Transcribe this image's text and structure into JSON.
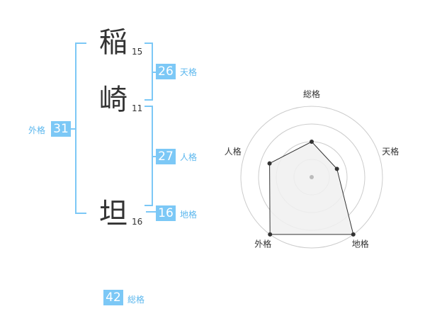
{
  "characters": [
    {
      "char": "稲",
      "strokes": "15"
    },
    {
      "char": "崎",
      "strokes": "11"
    },
    {
      "char": "坦",
      "strokes": "16"
    }
  ],
  "fortunes": {
    "tenkaku": {
      "value": "26",
      "label": "天格"
    },
    "jinkaku": {
      "value": "27",
      "label": "人格"
    },
    "chikaku": {
      "value": "16",
      "label": "地格"
    },
    "gaikaku": {
      "value": "31",
      "label": "外格"
    },
    "soukaku": {
      "value": "42",
      "label": "総格"
    }
  },
  "chart_data": {
    "type": "radar",
    "axes": [
      "総格",
      "天格",
      "地格",
      "外格",
      "人格"
    ],
    "levels": 4,
    "values": [
      2,
      1.5,
      4,
      4,
      2.5
    ],
    "max": 4,
    "colors": {
      "fill": "#f0f0f0",
      "line": "#333333",
      "grid": "#cccccc",
      "point": "#333333",
      "center": "#bbbbbb"
    }
  }
}
